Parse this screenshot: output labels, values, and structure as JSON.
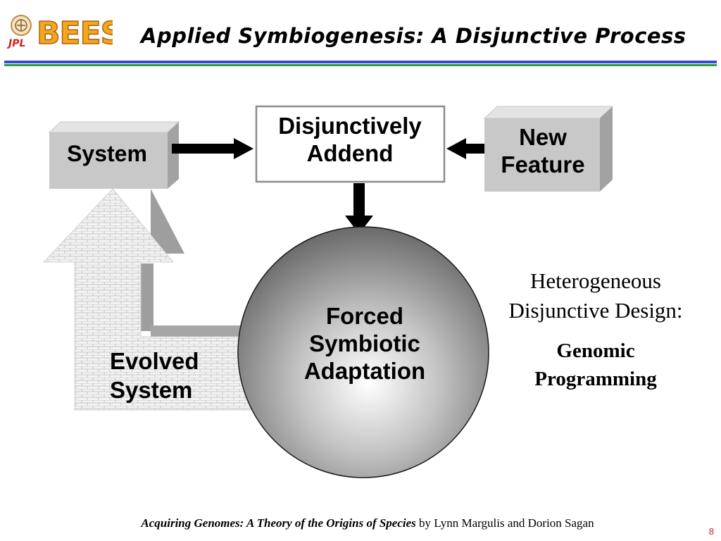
{
  "header": {
    "title": "Applied Symbiogenesis: A Disjunctive Process",
    "logo_org": "JPL",
    "logo_text": "BEES",
    "logo_icon": "seal-icon"
  },
  "diagram": {
    "system": "System",
    "addend_line1": "Disjunctively",
    "addend_line2": "Addend",
    "feature_line1": "New",
    "feature_line2": "Feature",
    "forced_line1": "Forced",
    "forced_line2": "Symbiotic",
    "forced_line3": "Adaptation",
    "evolved_line1": "Evolved",
    "evolved_line2": "System"
  },
  "side_note": {
    "line1": "Heterogeneous",
    "line2": "Disjunctive Design:",
    "bold_line1": "Genomic",
    "bold_line2": "Programming"
  },
  "footer": {
    "book_title": "Acquiring Genomes: A Theory of the Origins of Species",
    "authors": " by Lynn Margulis and Dorion Sagan",
    "page_number": "8"
  },
  "colors": {
    "rule_blue": "#2f4fd0",
    "rule_green": "#2e9a3a",
    "box_gray": "#c8c8c8",
    "logo_orange": "#f0a020",
    "jpl_red": "#d0201c"
  }
}
